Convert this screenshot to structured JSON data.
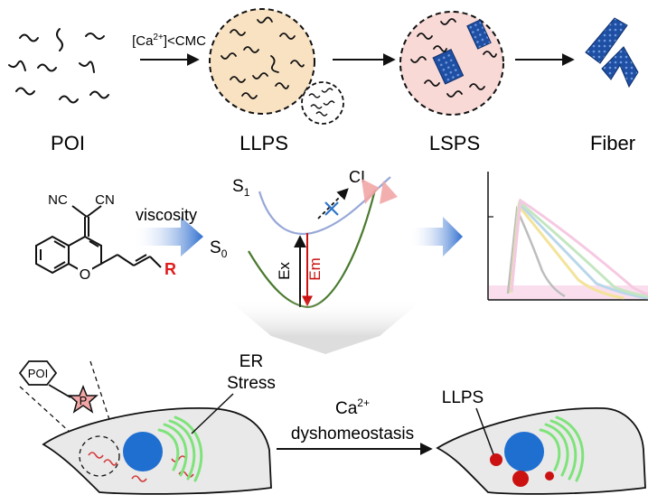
{
  "stages": {
    "poi": "POI",
    "llps": "LLPS",
    "lsps": "LSPS",
    "fiber": "Fiber"
  },
  "arrow1_label_prefix": "[Ca",
  "arrow1_label_sup": "2+",
  "arrow1_label_suffix": "]<CMC",
  "probe": {
    "nc1": "NC",
    "nc2": "CN",
    "o": "O",
    "r": "R",
    "arrow_label": "viscosity"
  },
  "energy": {
    "s1": "S",
    "s1_sub": "1",
    "s0": "S",
    "s0_sub": "0",
    "ci": "CI",
    "ex": "Ex",
    "em": "Em"
  },
  "cell": {
    "poi": "POI",
    "p": "P",
    "er_line1": "ER",
    "er_line2": "Stress",
    "transition_line1_prefix": "Ca",
    "transition_line1_sup": "2+",
    "transition_line2": "dyshomeostasis",
    "llps": "LLPS"
  },
  "colors": {
    "llps_fill": "#f9e2c2",
    "lsps_fill": "#f8d9d6",
    "fiber": "#1f4fa3",
    "cell_fill": "#e9e9e9",
    "nucleus": "#1f6fd1",
    "er_green": "#7ee37a",
    "droplet_red": "#cc1111",
    "r_red": "#e01b1b",
    "s1_curve": "#98a8d8",
    "s0_curve": "#4a7a2e",
    "em_arrow": "#cc1111",
    "pink_hex": "#f2a6a6"
  }
}
